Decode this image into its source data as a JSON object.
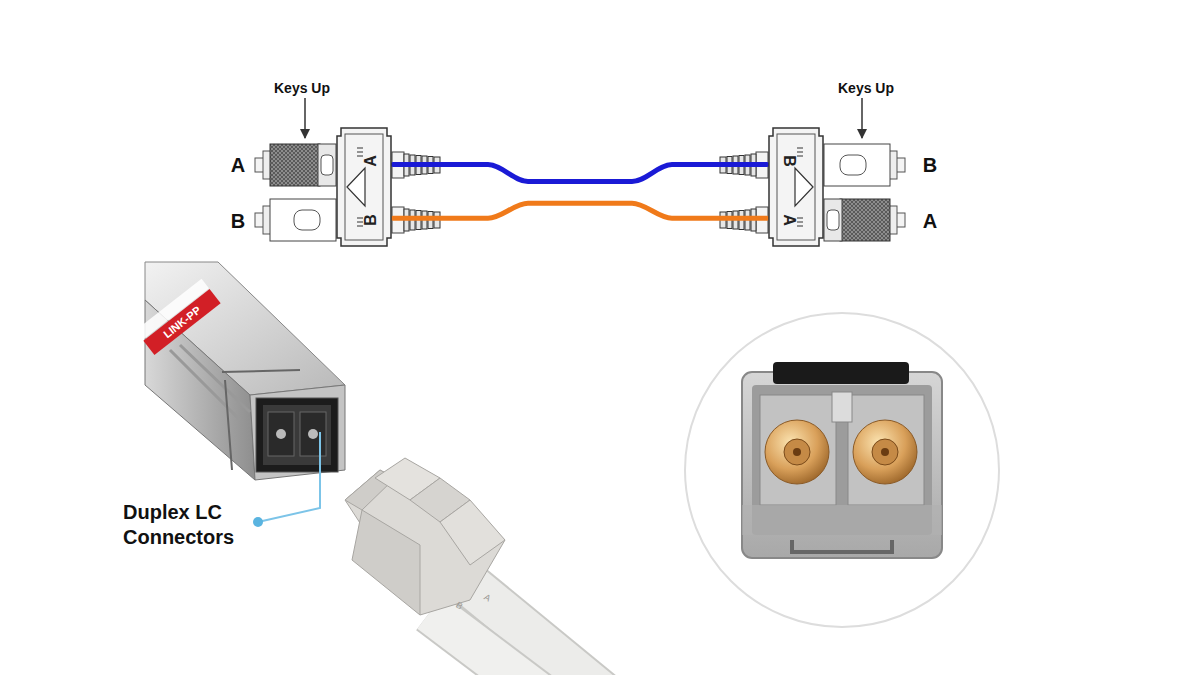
{
  "diagram": {
    "nodes": [
      {
        "text": [
          "A",
          "B"
        ]
      },
      {
        "text": [
          "B",
          "A"
        ]
      }
    ],
    "edges": [
      {
        "from": 0,
        "to": 1,
        "arrow": "none"
      },
      {
        "from": 0,
        "to": 1,
        "arrow": "none"
      }
    ],
    "labels": [
      "Keys Up",
      "Keys Up",
      "A",
      "B",
      "B",
      "A",
      "Duplex LC Connectors",
      "LINK-PP",
      "B",
      "A"
    ]
  }
}
